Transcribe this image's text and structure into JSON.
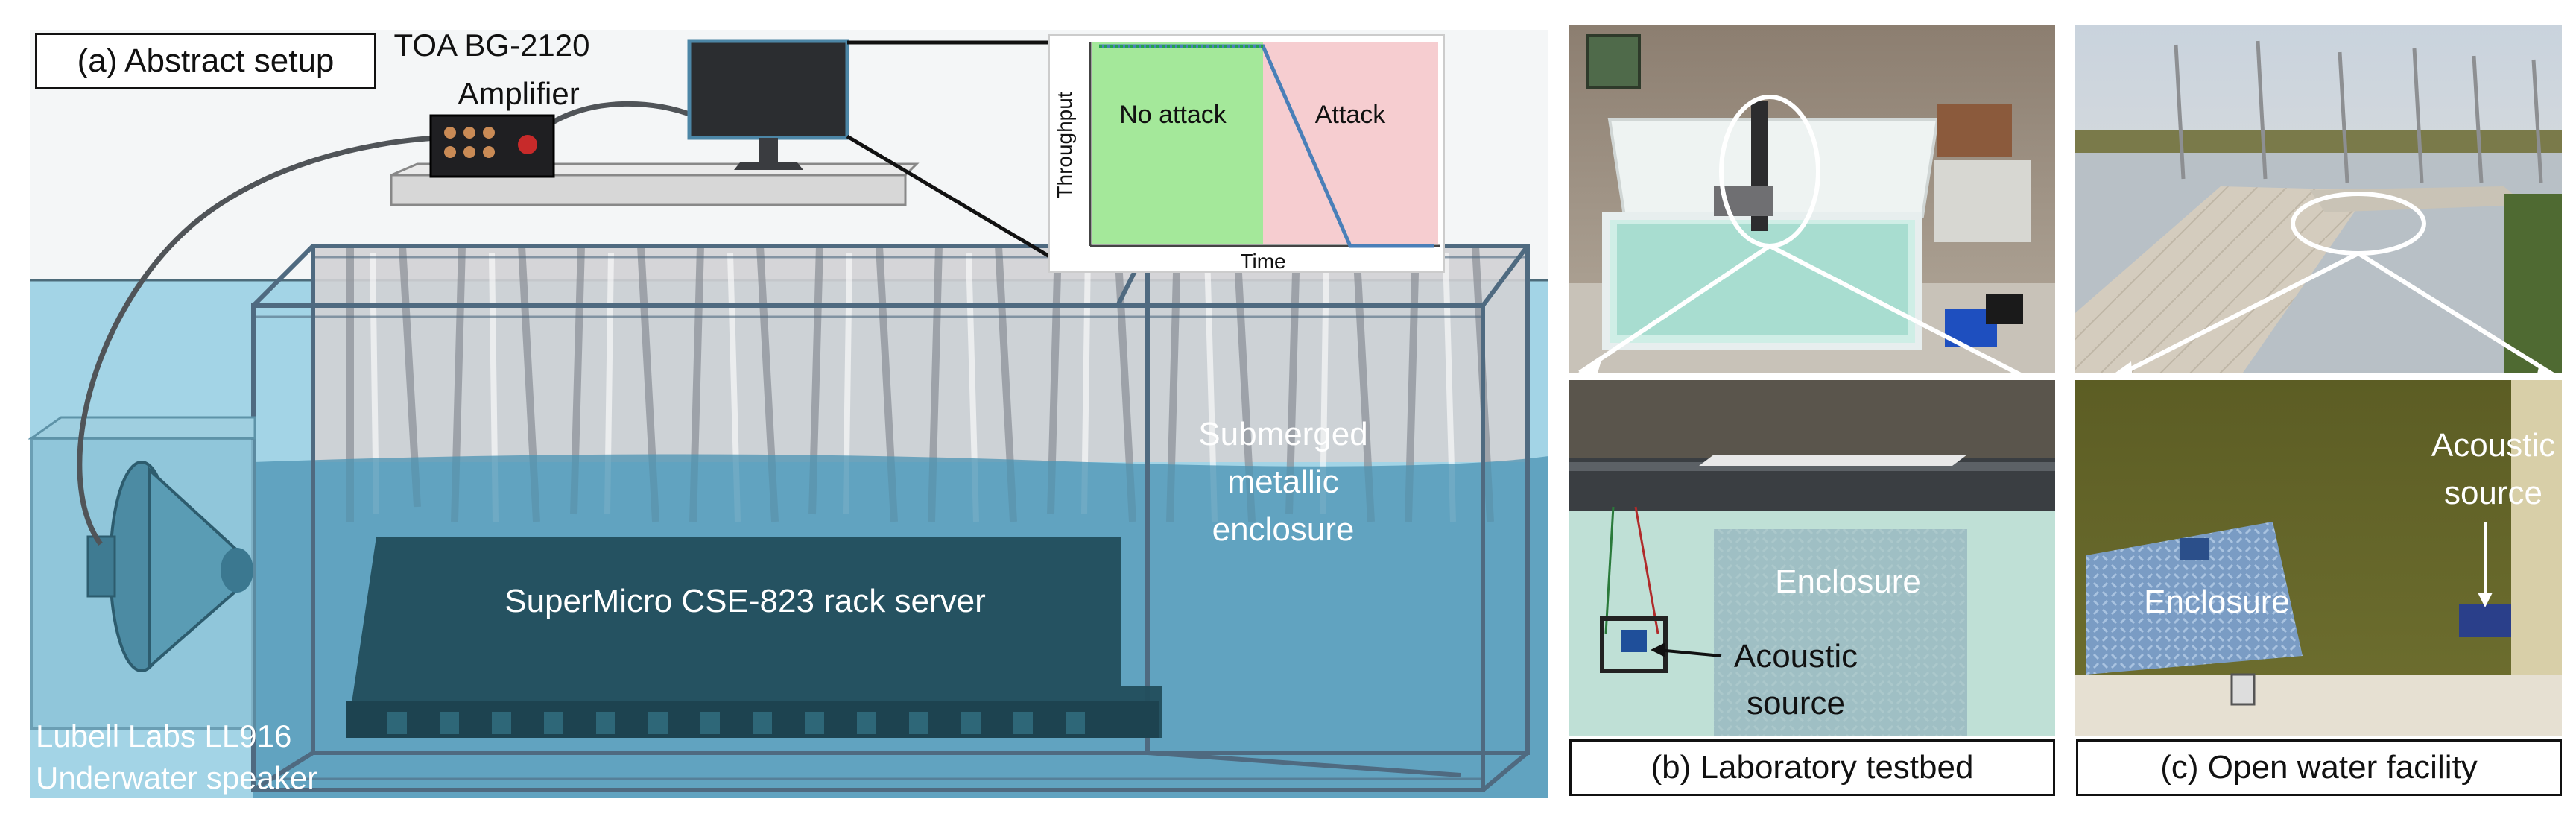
{
  "panel_a": {
    "caption": "(a) Abstract setup",
    "amplifier_line1": "TOA BG-2120",
    "amplifier_line2": "Amplifier",
    "server_label": "SuperMicro CSE-823 rack server",
    "enclosure_line1": "Submerged",
    "enclosure_line2": "metallic",
    "enclosure_line3": "enclosure",
    "speaker_line1": "Lubell Labs LL916",
    "speaker_line2": "Underwater speaker",
    "inset_chart": {
      "ylabel": "Throughput",
      "xlabel": "Time",
      "region_left": "No attack",
      "region_right": "Attack"
    }
  },
  "panel_b": {
    "caption": "(b) Laboratory testbed",
    "enclosure_label": "Enclosure",
    "source_line1": "Acoustic",
    "source_line2": "source"
  },
  "panel_c": {
    "caption": "(c) Open water  facility",
    "enclosure_label": "Enclosure",
    "source_line1": "Acoustic",
    "source_line2": "source"
  },
  "colors": {
    "water": "#a3d4e6",
    "submerged": "#4b93b3",
    "no_attack_region": "#a4e89a",
    "attack_region": "#f6cdd0",
    "throughput_line": "#4a7fb8"
  }
}
